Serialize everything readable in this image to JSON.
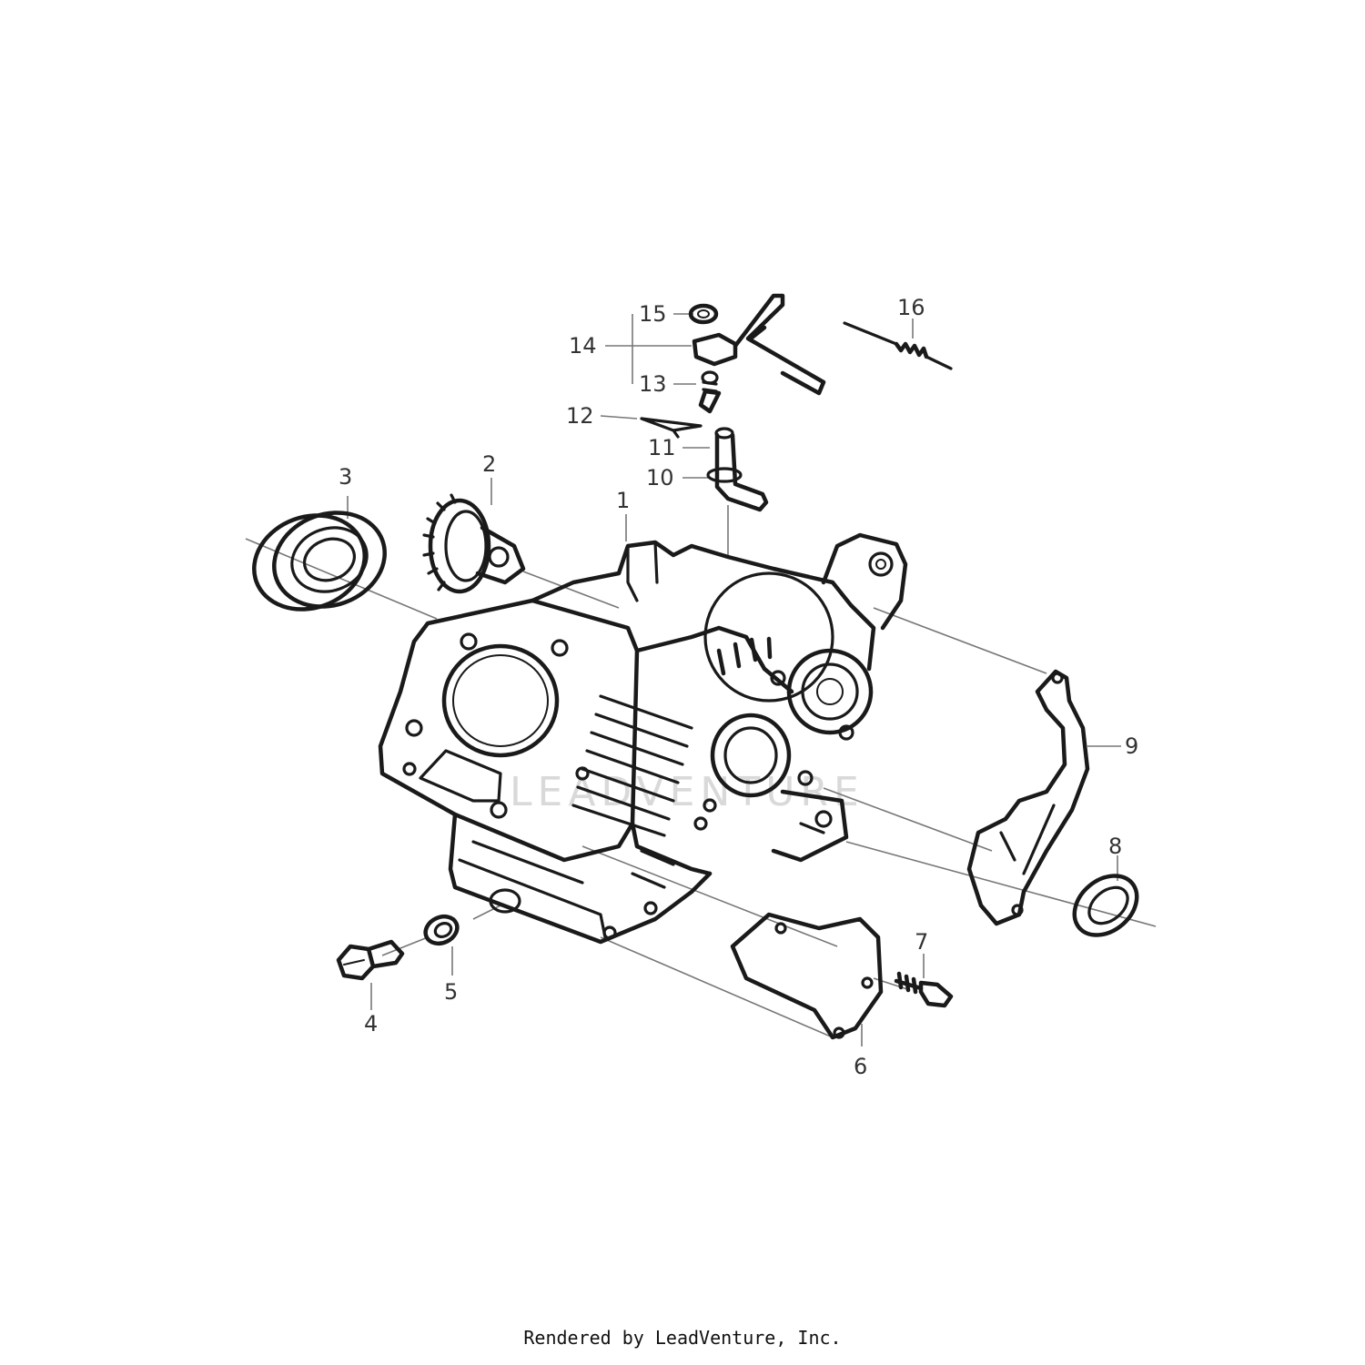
{
  "footer": "Rendered by LeadVenture, Inc.",
  "watermark": "LEADVENTURE",
  "callouts": [
    {
      "id": "1",
      "label": "1"
    },
    {
      "id": "2",
      "label": "2"
    },
    {
      "id": "3",
      "label": "3"
    },
    {
      "id": "4",
      "label": "4"
    },
    {
      "id": "5",
      "label": "5"
    },
    {
      "id": "6",
      "label": "6"
    },
    {
      "id": "7",
      "label": "7"
    },
    {
      "id": "8",
      "label": "8"
    },
    {
      "id": "9",
      "label": "9"
    },
    {
      "id": "10",
      "label": "10"
    },
    {
      "id": "11",
      "label": "11"
    },
    {
      "id": "12",
      "label": "12"
    },
    {
      "id": "13",
      "label": "13"
    },
    {
      "id": "14",
      "label": "14"
    },
    {
      "id": "15",
      "label": "15"
    },
    {
      "id": "16",
      "label": "16"
    }
  ]
}
